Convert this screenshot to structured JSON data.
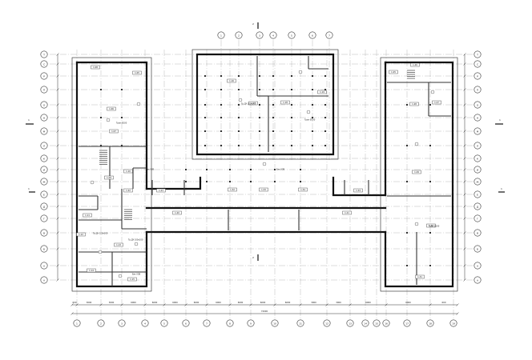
{
  "grid": {
    "top_axes": [
      "1",
      "2",
      "3",
      "4",
      "5",
      "6",
      "7",
      "8"
    ],
    "bottom_axes": [
      "1",
      "2",
      "3",
      "4",
      "5",
      "6",
      "7",
      "8",
      "9",
      "10",
      "11",
      "12",
      "13",
      "14",
      "15",
      "16",
      "17",
      "18",
      "19"
    ],
    "left_axes": [
      "Т",
      "С",
      "Р",
      "П",
      "О",
      "Н",
      "М",
      "Л",
      "К",
      "И",
      "Ж",
      "Е",
      "Д",
      "Г",
      "В",
      "Б",
      "А"
    ],
    "right_axes": [
      "Т",
      "С",
      "Р",
      "П",
      "О",
      "Н",
      "М",
      "Л",
      "К",
      "И",
      "Ж",
      "Е",
      "Д",
      "Г",
      "В",
      "Б",
      "А"
    ]
  },
  "section_marks": {
    "top": "2",
    "bottom": "2",
    "left": "1",
    "right": "1"
  },
  "room_tags": [
    "1.08",
    "1.05",
    "1.06",
    "1.07",
    "1.09",
    "1.10",
    "1.11",
    "1.12",
    "1.13",
    "1.14",
    "1.15",
    "1.16",
    "1.17",
    "1.18",
    "1.19",
    "1.20",
    "1.21",
    "1.22",
    "1.23",
    "1.24",
    "1.25",
    "1.26",
    "1.27",
    "1.28",
    "1.29",
    "1.30",
    "1.31",
    "1.32",
    "1.33",
    "1.34"
  ],
  "dimensions": {
    "row1": [
      "600",
      "3000",
      "3000",
      "6000",
      "6000",
      "6000",
      "6000",
      "6000",
      "6000",
      "6000",
      "6000",
      "3000",
      "3000",
      "6000",
      "6000",
      "600"
    ],
    "overall": "72000"
  },
  "notes": [
    "Трап Ø100",
    "Бак ХЗВ",
    "Тр.ДУ 100х100"
  ]
}
